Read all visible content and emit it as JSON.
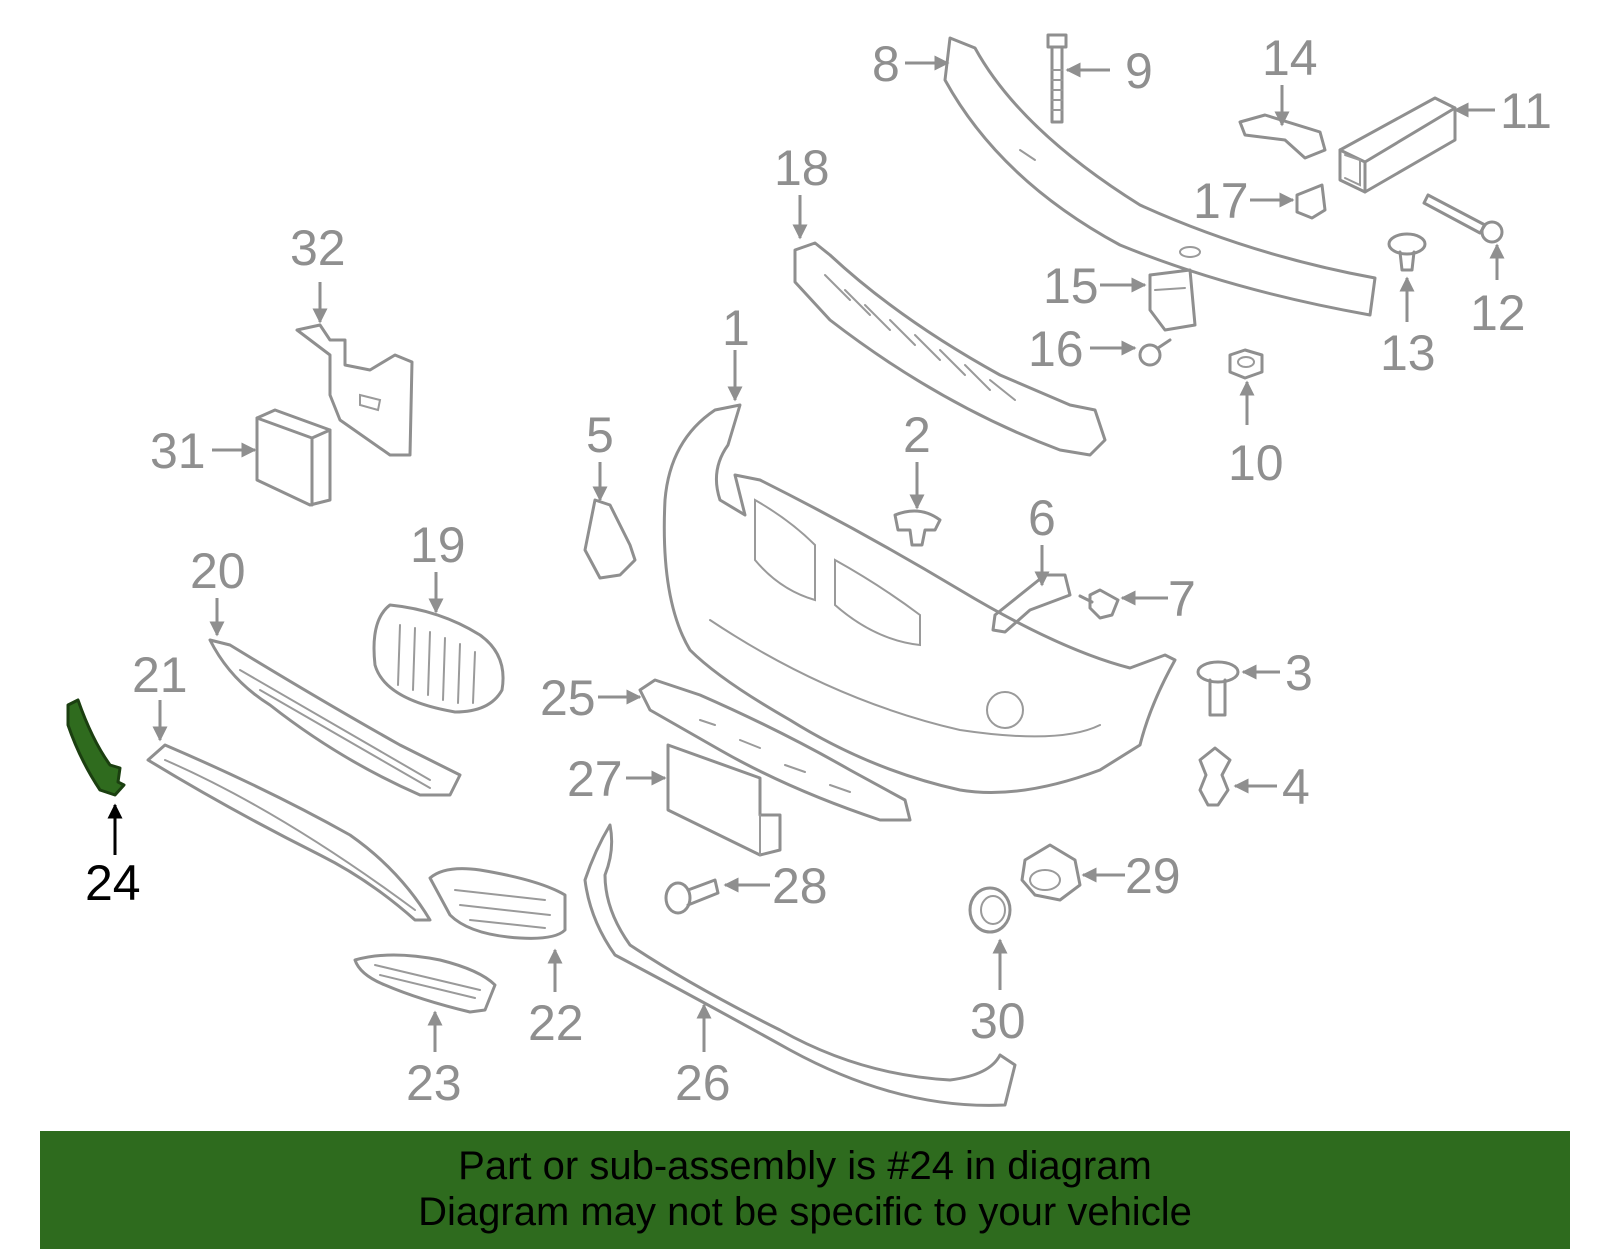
{
  "diagram": {
    "highlighted_part": "24",
    "callouts": [
      "1",
      "2",
      "3",
      "4",
      "5",
      "6",
      "7",
      "8",
      "9",
      "10",
      "11",
      "12",
      "13",
      "14",
      "15",
      "16",
      "17",
      "18",
      "19",
      "20",
      "21",
      "22",
      "23",
      "24",
      "25",
      "26",
      "27",
      "28",
      "29",
      "30",
      "31",
      "32"
    ]
  },
  "banner": {
    "line1": "Part or sub-assembly is #24 in diagram",
    "line2": "Diagram may not be specific to your vehicle"
  },
  "colors": {
    "part_outline": "#8f8f8f",
    "highlight": "#2e6b1e",
    "banner_background": "#2e6b1e"
  }
}
